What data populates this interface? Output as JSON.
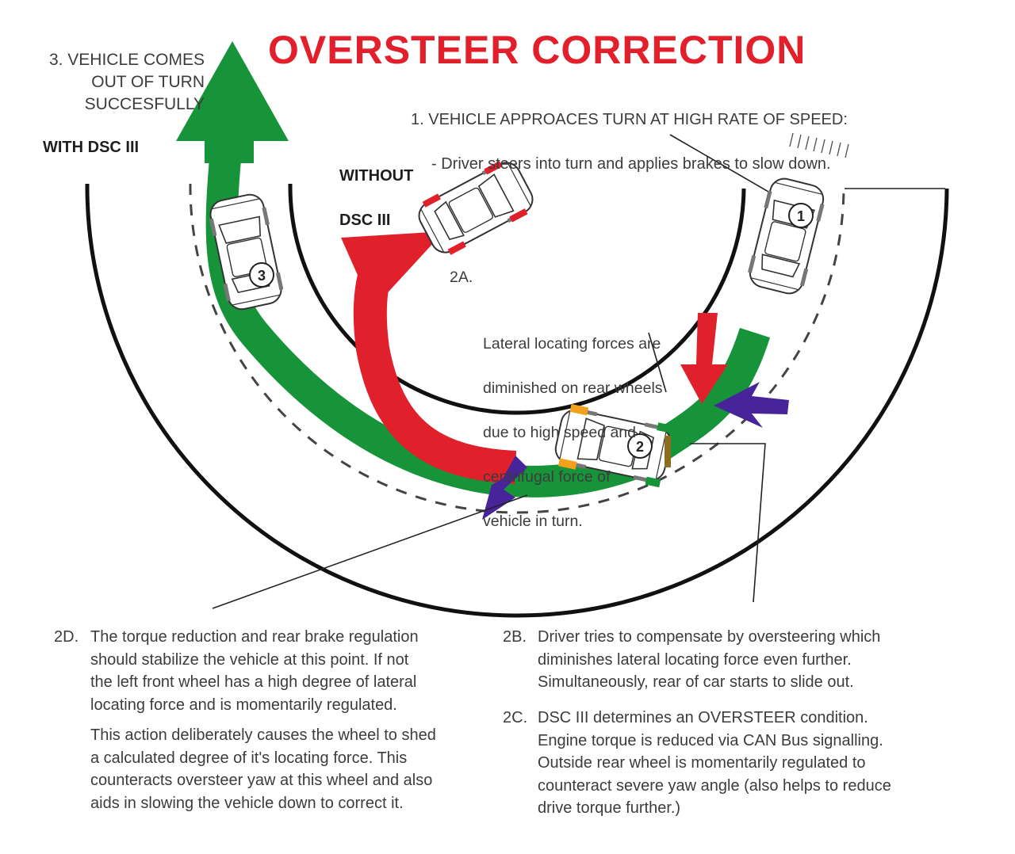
{
  "title": "OVERSTEER CORRECTION",
  "labels": {
    "step3": "3. VEHICLE COMES\nOUT OF TURN\nSUCCESFULLY",
    "with_dsc": "WITH DSC III",
    "without_dsc_line1": "WITHOUT",
    "without_dsc_line2": "DSC III",
    "step1_head": "1. VEHICLE APPROACES TURN AT HIGH RATE OF SPEED:",
    "step1_sub": "- Driver steers into turn and applies brakes to slow down.",
    "step2a_num": "2A.",
    "step2a_lines": [
      "Lateral locating forces are",
      "diminished on rear wheels",
      "due to high speed and",
      "centrifugal force of",
      "vehicle in turn."
    ]
  },
  "markers": {
    "car1": "1",
    "car2": "2",
    "car3": "3"
  },
  "notes": {
    "n2d_num": "2D.",
    "n2d_lines": [
      "The torque reduction and rear brake regulation",
      "should stabilize the vehicle at this point. If not",
      "the left front wheel has a high degree of lateral",
      "locating force and is momentarily regulated."
    ],
    "n2d_extra_lines": [
      "This action deliberately causes the wheel to shed",
      "a calculated degree of it's locating force. This",
      "counteracts oversteer yaw at this wheel and also",
      "aids in slowing the vehicle down to correct it."
    ],
    "n2b_num": "2B.",
    "n2b_lines": [
      "Driver tries to compensate by oversteering which",
      "diminishes lateral locating force even further.",
      "Simultaneously, rear of car starts to slide out."
    ],
    "n2c_num": "2C.",
    "n2c_lines": [
      "DSC III determines an OVERSTEER condition.",
      "Engine torque is reduced via CAN Bus signalling.",
      "Outside rear wheel is momentarily regulated to",
      "counteract severe yaw angle (also helps to reduce",
      "drive torque further.)"
    ]
  },
  "colors": {
    "title": "#e2202b",
    "green": "#17943a",
    "red": "#e0202b",
    "purple": "#47249a",
    "orange": "#f2a11c",
    "road": "#111111"
  }
}
